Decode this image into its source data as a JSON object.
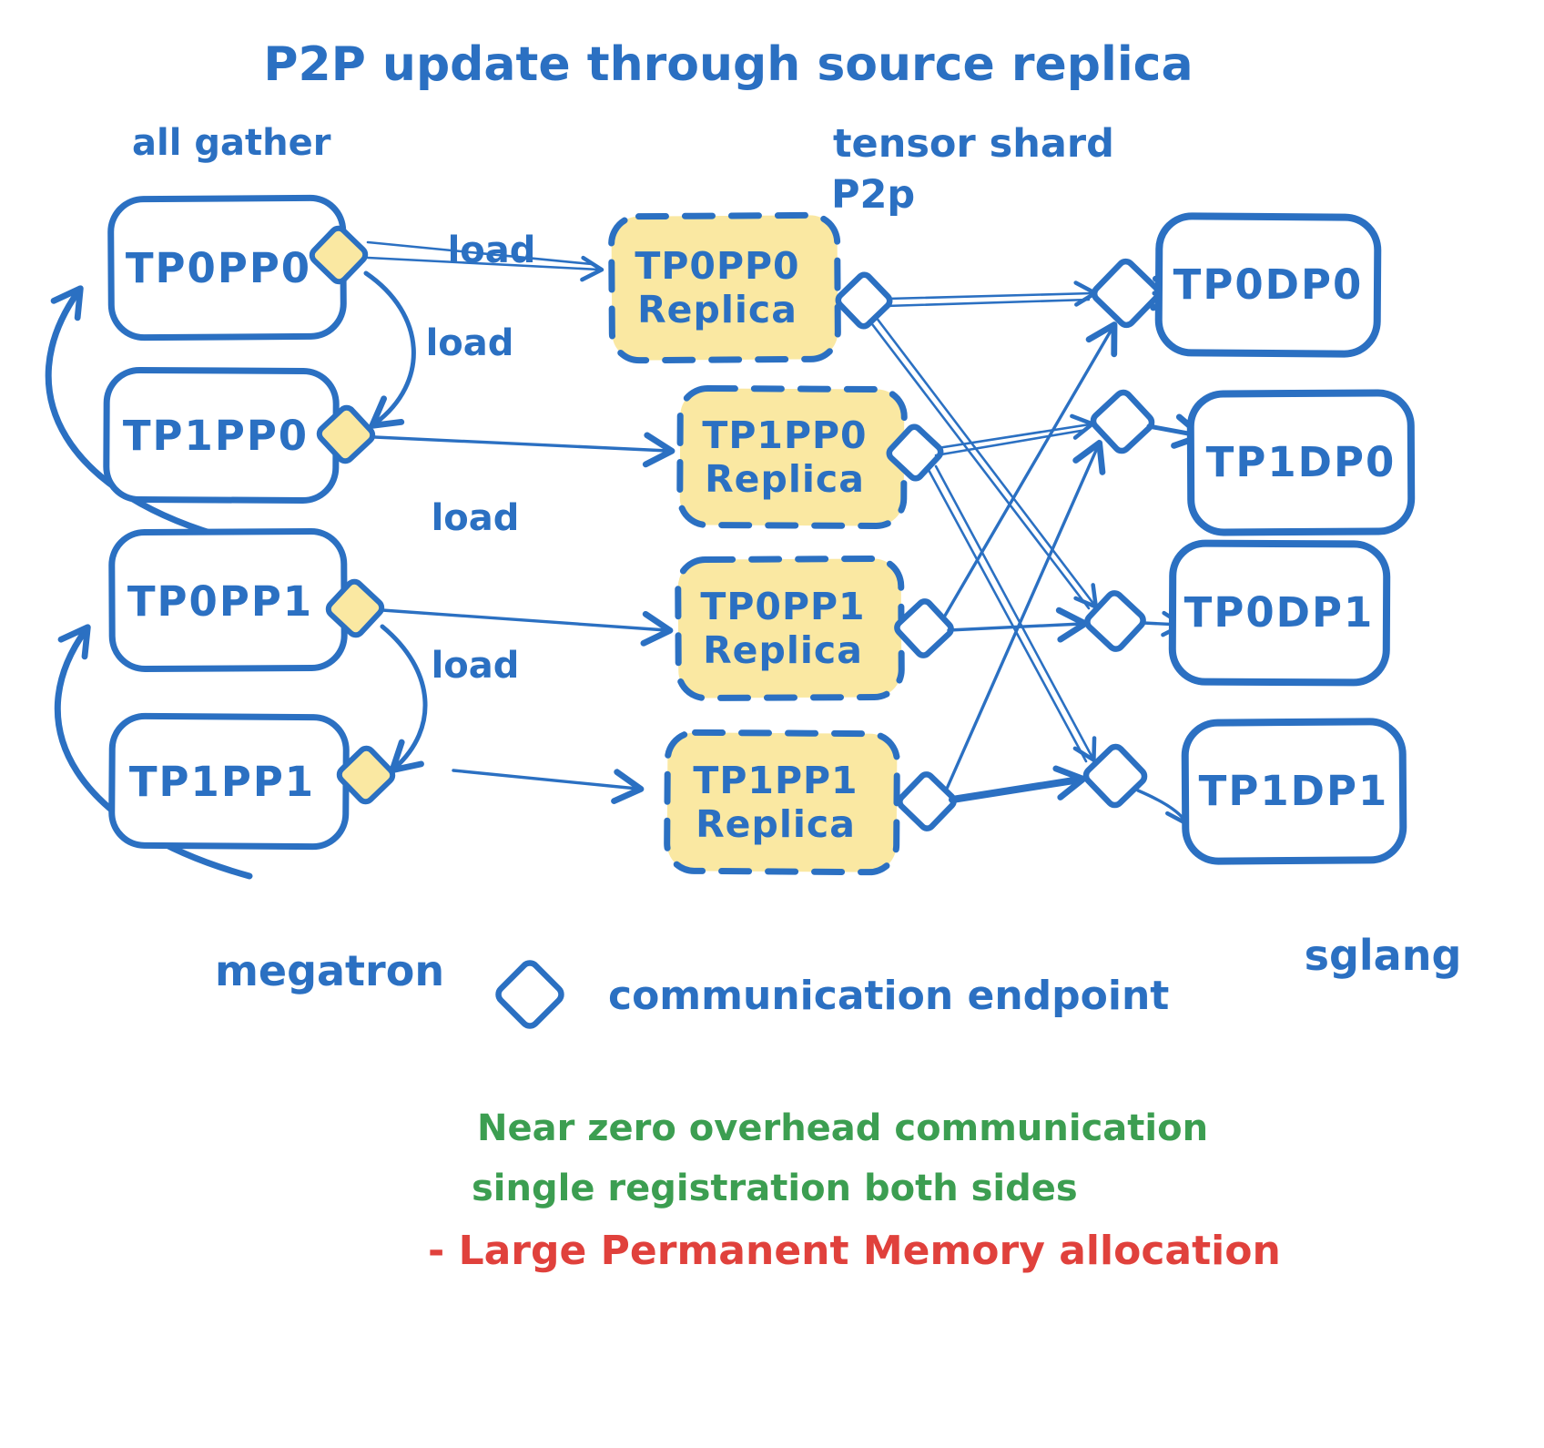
{
  "title": "P2P update through source replica",
  "labels": {
    "all_gather": "all gather",
    "tensor_shard": "tensor shard",
    "tensor_shard_sub": "P2p",
    "load": "load",
    "megatron": "megatron",
    "sglang": "sglang",
    "communication_endpoint": "communication endpoint",
    "replica_suffix": "Replica"
  },
  "nodes": {
    "megatron": [
      "TP0PP0",
      "TP1PP0",
      "TP0PP1",
      "TP1PP1"
    ],
    "replicas": [
      "TP0PP0",
      "TP1PP0",
      "TP0PP1",
      "TP1PP1"
    ],
    "sglang": [
      "TP0DP0",
      "TP1DP0",
      "TP0DP1",
      "TP1DP1"
    ]
  },
  "edges": {
    "all_gather_groups": [
      [
        "TP0PP0",
        "TP1PP0"
      ],
      [
        "TP0PP1",
        "TP1PP1"
      ]
    ],
    "load": [
      [
        "TP0PP0",
        "TP0PP0 Replica"
      ],
      [
        "TP0PP0",
        "TP1PP0"
      ],
      [
        "TP1PP0",
        "TP1PP0 Replica"
      ],
      [
        "TP0PP1",
        "TP0PP1 Replica"
      ],
      [
        "TP0PP1",
        "TP1PP1"
      ],
      [
        "TP1PP1",
        "TP1PP1 Replica"
      ]
    ],
    "tensor_shard_p2p": [
      [
        "TP0PP0 Replica",
        "TP0DP0"
      ],
      [
        "TP0PP0 Replica",
        "TP0DP1"
      ],
      [
        "TP1PP0 Replica",
        "TP1DP0"
      ],
      [
        "TP1PP0 Replica",
        "TP1DP1"
      ],
      [
        "TP0PP1 Replica",
        "TP0DP0"
      ],
      [
        "TP0PP1 Replica",
        "TP0DP1"
      ],
      [
        "TP1PP1 Replica",
        "TP1DP0"
      ],
      [
        "TP1PP1 Replica",
        "TP1DP1"
      ]
    ]
  },
  "notes": {
    "positive": [
      "Near zero overhead communication",
      "single registration both sides"
    ],
    "negative": "- Large Permanent Memory allocation"
  },
  "colors": {
    "ink_blue": "#2B70C2",
    "highlight_yellow": "#FAE8A2",
    "note_green": "#3C9E51",
    "note_red": "#E0413C",
    "background": "#FFFFFF"
  }
}
